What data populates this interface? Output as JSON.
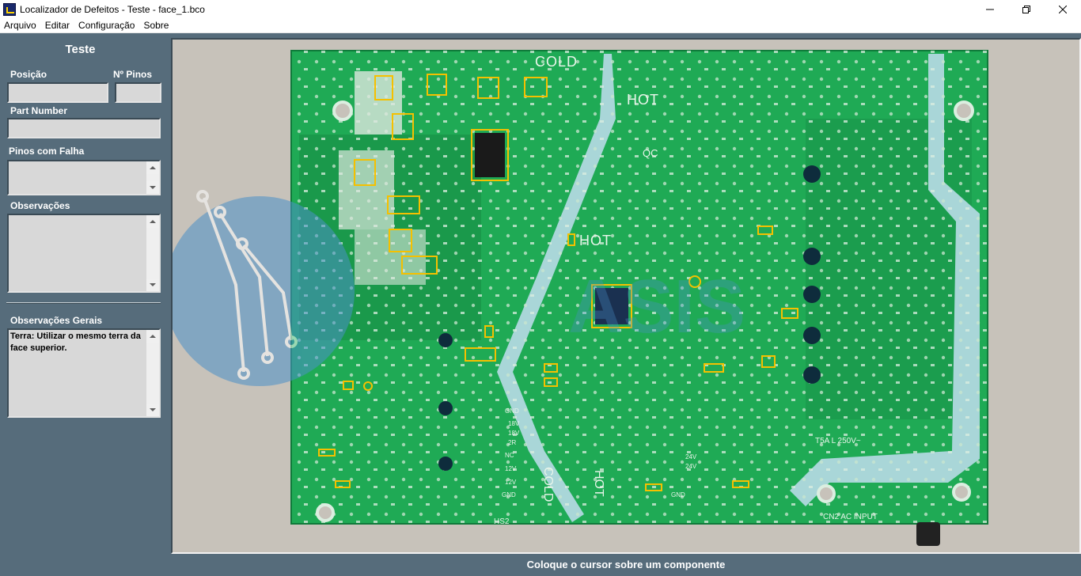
{
  "window": {
    "title": "Localizador de Defeitos - Teste - face_1.bco",
    "minimize_icon": "minimize-icon",
    "maximize_icon": "restore-icon",
    "close_icon": "close-icon"
  },
  "menu": [
    "Arquivo",
    "Editar",
    "Configuração",
    "Sobre"
  ],
  "panel": {
    "title": "Teste",
    "posicao_label": "Posição",
    "posicao_value": "",
    "pinos_label": "Nº Pinos",
    "pinos_value": "",
    "part_number_label": "Part Number",
    "part_number_value": "",
    "pinos_falha_label": "Pinos com Falha",
    "pinos_falha_value": "",
    "observacoes_label": "Observações",
    "observacoes_value": "",
    "observacoes_gerais_label": "Observações Gerais",
    "observacoes_gerais_value": "Terra: Utilizar o mesmo terra da face superior."
  },
  "board": {
    "silkscreen": {
      "cold_top": "COLD",
      "hot_top": "HOT",
      "qc": "QC",
      "hot_mid": "HOT",
      "cold_bottom": "COLD",
      "hot_bottom": "HOT",
      "fuse": "T5A L 250V~",
      "connector": "CN2 AC INPUT",
      "hs2": "HS2",
      "pins": [
        "GND",
        "12V",
        "12V",
        "NC",
        "2R",
        "18V",
        "18V",
        "GND"
      ],
      "pins_right": [
        "24V",
        "24V",
        "GND"
      ]
    },
    "colors": {
      "pcb": "#1faa55",
      "pcb_dark": "#168a44",
      "trace": "#3cc46c",
      "isolation": "#a9d6d8",
      "highlight": "#f5c000",
      "watermark": "#4a90c8"
    }
  },
  "status": "Coloque o cursor sobre um componente"
}
